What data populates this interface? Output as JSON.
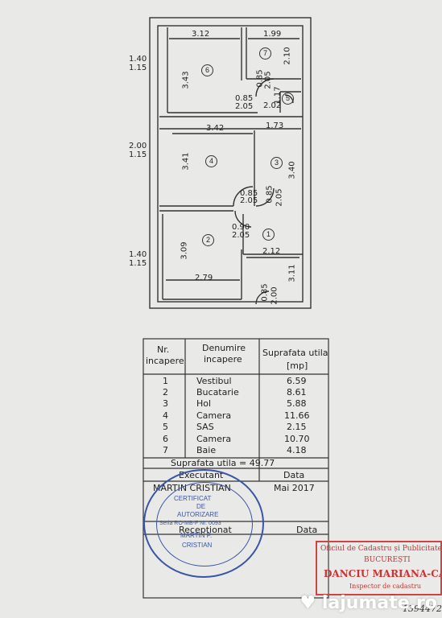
{
  "plan": {
    "rooms": [
      {
        "n": "1"
      },
      {
        "n": "2"
      },
      {
        "n": "3"
      },
      {
        "n": "4"
      },
      {
        "n": "5"
      },
      {
        "n": "6"
      },
      {
        "n": "7"
      }
    ],
    "dims": {
      "d312": "3.12",
      "d199": "1.99",
      "d343": "3.43",
      "d210": "2.10",
      "d085a": "0.85",
      "d205a": "2.05",
      "d085b": "0.85",
      "d205b": "2.05",
      "d117": "1.17",
      "d202": "2.02",
      "d342": "3.42",
      "d173": "1.73",
      "d341": "3.41",
      "d340": "3.40",
      "d085c": "0.85",
      "d205c": "2.05",
      "d085d": "0.85",
      "d205d": "2.05",
      "d090": "0.90",
      "d205e": "2.05",
      "d212": "2.12",
      "d309": "3.09",
      "d311": "3.11",
      "d279": "2.79",
      "d085e": "0.85",
      "d200b": "2.00",
      "l140a": "1.40",
      "l115a": "1.15",
      "l200": "2.00",
      "l115b": "1.15",
      "l140b": "1.40",
      "l115c": "1.15"
    }
  },
  "table": {
    "h_nr": "Nr.",
    "h_nr2": "incapere",
    "h_den": "Denumire",
    "h_den2": "incapere",
    "h_sup": "Suprafata utila",
    "h_sup2": "[mp]",
    "rows": [
      {
        "nr": "1",
        "den": "Vestibul",
        "sup": "6.59"
      },
      {
        "nr": "2",
        "den": "Bucatarie",
        "sup": "8.61"
      },
      {
        "nr": "3",
        "den": "Hol",
        "sup": "5.88"
      },
      {
        "nr": "4",
        "den": "Camera",
        "sup": "11.66"
      },
      {
        "nr": "5",
        "den": "SAS",
        "sup": "2.15"
      },
      {
        "nr": "6",
        "den": "Camera",
        "sup": "10.70"
      },
      {
        "nr": "7",
        "den": "Baie",
        "sup": "4.18"
      }
    ],
    "total": "Suprafata utila = 49.77",
    "executant": "Executant",
    "data_h": "Data",
    "exec_name": "MARTIN CRISTIAN",
    "exec_date": "Mai 2017",
    "receptionat": "Receptionat",
    "data_h2": "Data"
  },
  "stamp": {
    "l1": "CERTIFICAT",
    "l2": "DE",
    "l3": "AUTORIZARE",
    "l4": "Seria RO-MB-F Nr. 0093",
    "l5": "MARTIN P.",
    "l6": "CRISTIAN"
  },
  "office": {
    "l1": "Oficiul de Cadastru și Publicitate",
    "l2": "BUCUREȘTI",
    "l3": "DANCIU MARIANA-CA",
    "l4": "Inspector de cadastru"
  },
  "handwritten": "1394472",
  "watermark": "lajumate.ro"
}
